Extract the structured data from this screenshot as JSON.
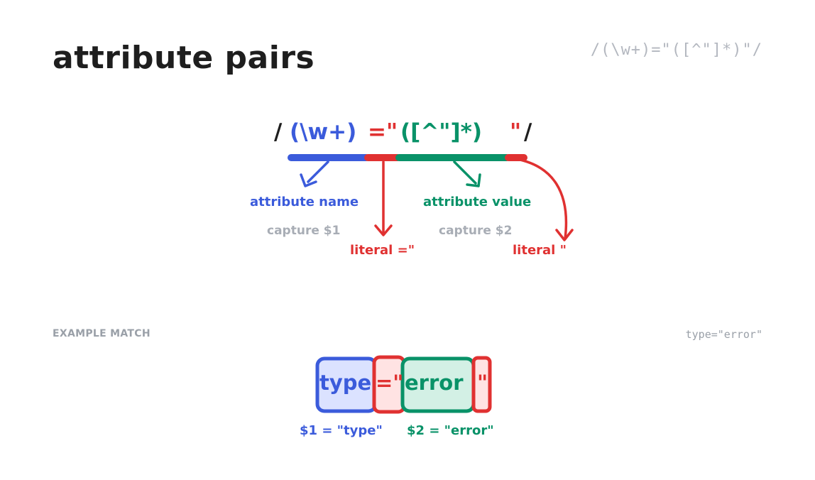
{
  "title": "attribute pairs",
  "regex": "/(\\w+)=\"([^\"]*)\"/",
  "tokens": {
    "slash_open": "/",
    "group1": "(\\w+)",
    "literal_eq": "=\"",
    "group2": "([^\"]*)",
    "literal_quote": "\"",
    "slash_close": "/"
  },
  "annotations": {
    "attr_name": "attribute name",
    "capture1": "capture $1",
    "literal_eq": "literal =\"",
    "attr_value": "attribute value",
    "capture2": "capture $2",
    "literal_quote": "literal \""
  },
  "example": {
    "section_label": "EXAMPLE MATCH",
    "text": "type=\"error\"",
    "parts": {
      "name": "type",
      "eq": "=\"",
      "value": "error",
      "quote": "\""
    },
    "capture1": "$1 = \"type\"",
    "capture2": "$2 = \"error\""
  },
  "colors": {
    "blue": "#3b5bdb",
    "red": "#e03131",
    "green": "#099268",
    "ink": "#1e1e1e",
    "gray": "#a8adb5",
    "blue_fill": "#dbe2ff",
    "red_fill": "#ffe3e3",
    "green_fill": "#d3f0e5"
  }
}
